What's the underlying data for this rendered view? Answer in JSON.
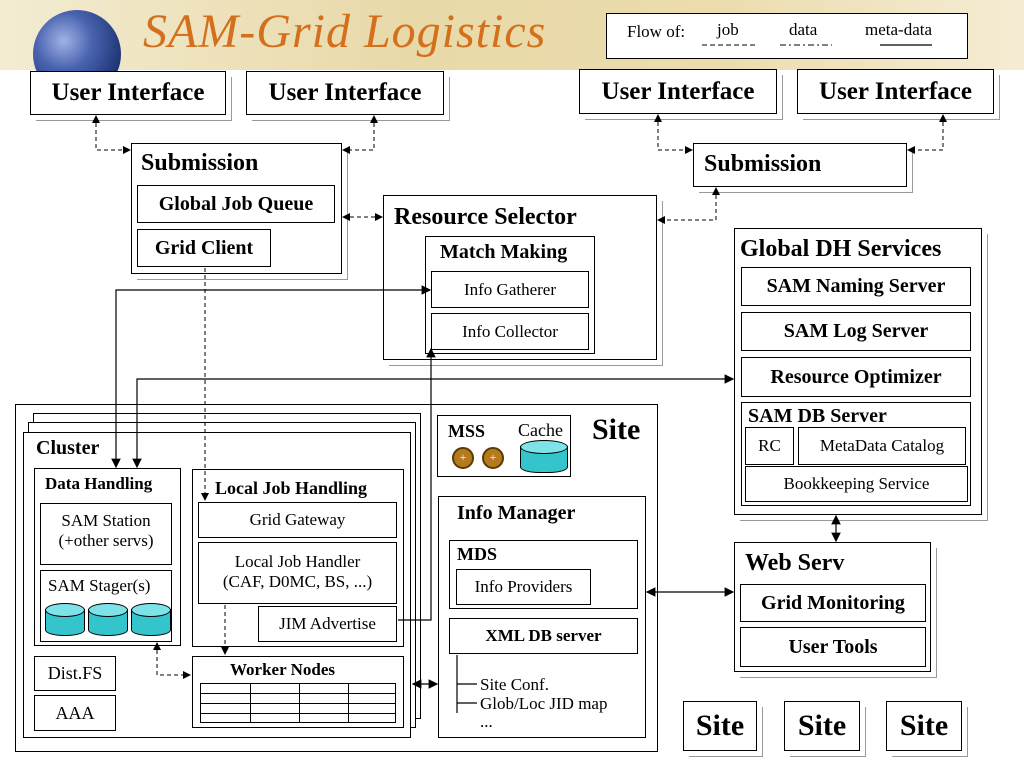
{
  "header": {
    "title": "SAM-Grid Logistics",
    "legend": {
      "prefix": "Flow of:",
      "job": "job",
      "data": "data",
      "meta": "meta-data"
    }
  },
  "top": {
    "ui1": "User Interface",
    "ui2": "User Interface",
    "ui3": "User Interface",
    "ui4": "User Interface",
    "submission_left": "Submission",
    "global_job_queue": "Global Job Queue",
    "grid_client": "Grid Client",
    "submission_right": "Submission"
  },
  "resource_selector": {
    "title": "Resource Selector",
    "match_making": "Match Making",
    "info_gatherer": "Info Gatherer",
    "info_collector": "Info Collector"
  },
  "global_dh": {
    "title": "Global DH Services",
    "naming": "SAM Naming Server",
    "log": "SAM Log Server",
    "optimizer": "Resource Optimizer",
    "db_server": "SAM DB Server",
    "rc": "RC",
    "metadata": "MetaData Catalog",
    "bookkeeping": "Bookkeeping Service"
  },
  "web": {
    "title": "Web Serv",
    "monitoring": "Grid Monitoring",
    "user_tools": "User Tools"
  },
  "site": {
    "title": "Site",
    "mss": "MSS",
    "cache": "Cache",
    "cluster": "Cluster",
    "data_handling": "Data Handling",
    "sam_station_1": "SAM Station",
    "sam_station_2": "(+other servs)",
    "sam_stager": "SAM Stager(s)",
    "dist_fs": "Dist.FS",
    "aaa": "AAA",
    "local_job_handling": "Local Job Handling",
    "grid_gateway": "Grid Gateway",
    "local_job_handler_1": "Local Job Handler",
    "local_job_handler_2": "(CAF, D0MC, BS, ...)",
    "jim_advertise": "JIM Advertise",
    "worker_nodes": "Worker Nodes",
    "info_manager": "Info Manager",
    "mds": "MDS",
    "info_providers": "Info Providers",
    "xml_db": "XML DB server",
    "site_conf": "Site Conf.",
    "jid_map": "Glob/Loc JID map",
    "ellipsis": "..."
  },
  "other_sites": [
    "Site",
    "Site",
    "Site"
  ]
}
